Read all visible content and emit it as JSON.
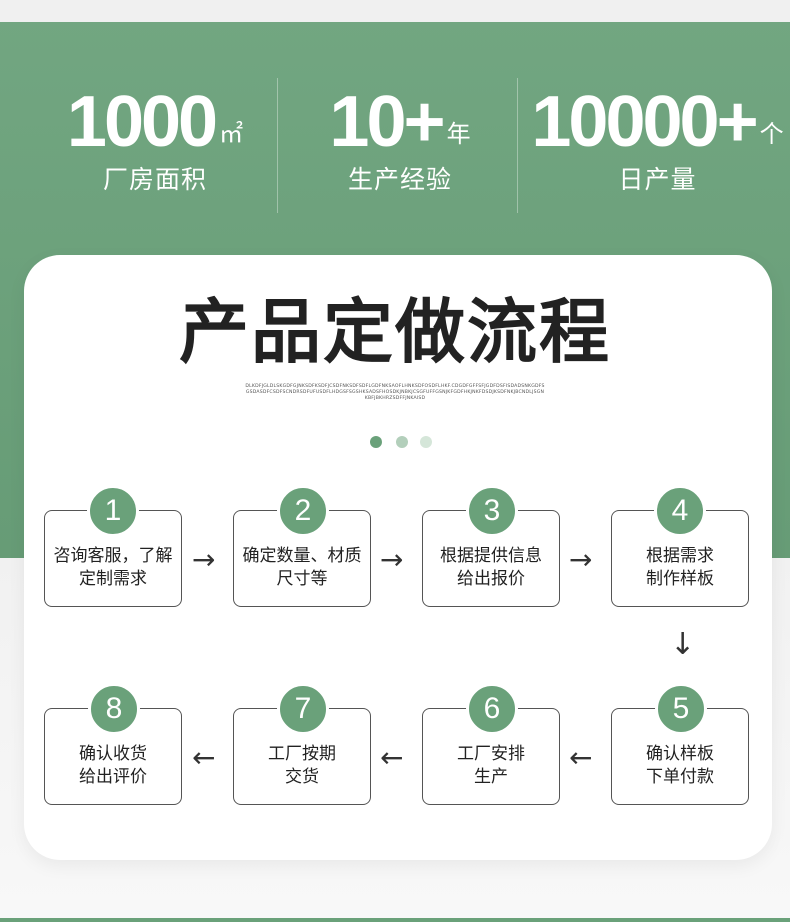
{
  "stats": [
    {
      "number": "1000",
      "unit": "㎡",
      "label": "厂房面积"
    },
    {
      "number": "10+",
      "unit": "年",
      "label": "生产经验"
    },
    {
      "number": "10000+",
      "unit": "个",
      "label": "日产量"
    }
  ],
  "title": "产品定做流程",
  "subtitle": "DLKDFJGLDLSKGDFGJNKSDFKSDFJCSDFNKSDFSDFLGDFNKSAOFLHNKSDFOSDFLHKF.CDGDFGFFSFJGDFDSFISDADSNKGDFSGSDASDFCSDFSCNDRSDFUFUSDFLHDGSFSGSHKSADSFHOSDKJNBKJCSGFUFFGSNJKFGDFHKJNKFDSDJKSDFNKJBCNDLJSGNKBFJBKHRZSDFFJNKAISD",
  "colors": {
    "accent": "#6aa17a",
    "dot_light": "#b3cfbb",
    "dot_lighter": "#d5e6d9"
  },
  "steps": [
    {
      "num": "1",
      "line1": "咨询客服，了解",
      "line2": "定制需求"
    },
    {
      "num": "2",
      "line1": "确定数量、材质",
      "line2": "尺寸等"
    },
    {
      "num": "3",
      "line1": "根据提供信息",
      "line2": "给出报价"
    },
    {
      "num": "4",
      "line1": "根据需求",
      "line2": "制作样板"
    },
    {
      "num": "5",
      "line1": "确认样板",
      "line2": "下单付款"
    },
    {
      "num": "6",
      "line1": "工厂安排",
      "line2": "生产"
    },
    {
      "num": "7",
      "line1": "工厂按期",
      "line2": "交货"
    },
    {
      "num": "8",
      "line1": "确认收货",
      "line2": "给出评价"
    }
  ],
  "arrows": {
    "right": "→",
    "left": "←",
    "down": "↓"
  }
}
